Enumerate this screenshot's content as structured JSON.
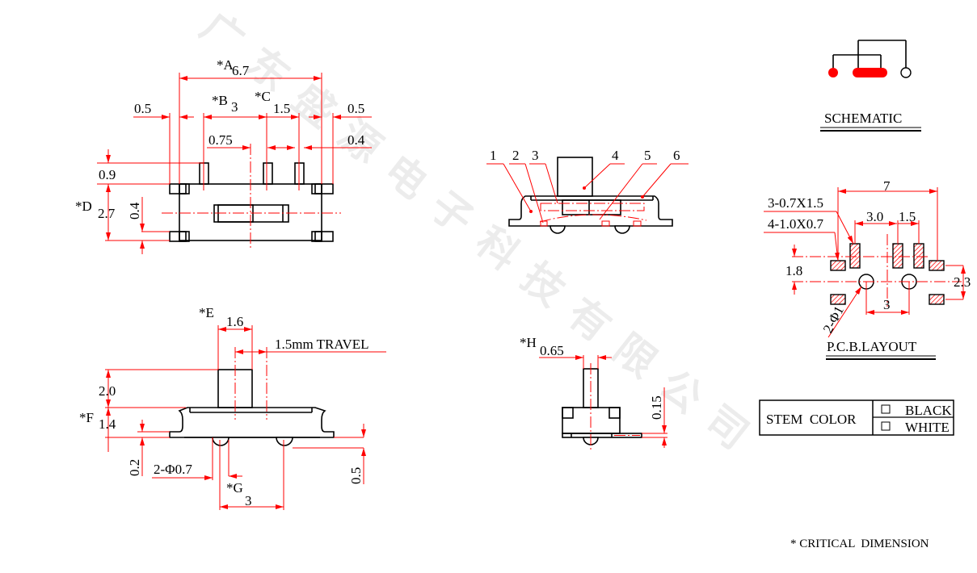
{
  "watermark": {
    "text": "广东盛源电子科技有限公司"
  },
  "colors": {
    "dimension": "#ff0000",
    "outline": "#000000"
  },
  "top_view": {
    "A_label": "*A",
    "A_value": "6.7",
    "B_label": "*B",
    "B_value": "3",
    "C_label": "*C",
    "C_value": "1.5",
    "left_pad": "0.5",
    "right_pad": "0.5",
    "pin_offset": "0.75",
    "pin_width": "0.4",
    "pin_height": "0.9",
    "D_label": "*D",
    "D_value": "2.7",
    "pad_height": "0.4"
  },
  "side_view": {
    "E_label": "*E",
    "E_value": "1.6",
    "travel": "1.5mm TRAVEL",
    "stem_height": "2.0",
    "F_label": "*F",
    "F_value": "1.4",
    "lead_thickness": "0.2",
    "post_dia": "2-Φ0.7",
    "G_label": "*G",
    "G_value": "3",
    "post_height": "0.5"
  },
  "front_view": {
    "callouts": [
      "1",
      "2",
      "3",
      "4",
      "5",
      "6"
    ]
  },
  "end_view": {
    "H_label": "*H",
    "H_value": "0.65",
    "lead_thickness": "0.15"
  },
  "schematic": {
    "title": "SCHEMATIC"
  },
  "pcb_layout": {
    "title": "P.C.B.LAYOUT",
    "pad_spec_1": "3-0.7X1.5",
    "pad_spec_2": "4-1.0X0.7",
    "overall_width": "7",
    "pad_pitch_1": "3.0",
    "pad_pitch_2": "1.5",
    "vertical_offset": "1.8",
    "pad_row_spacing": "2.3",
    "hole_pitch": "3",
    "hole_dia": "2-Φ1"
  },
  "stem_color_table": {
    "label": "STEM  COLOR",
    "options": [
      "BLACK",
      "WHITE"
    ]
  },
  "footnote": "* CRITICAL  DIMENSION"
}
